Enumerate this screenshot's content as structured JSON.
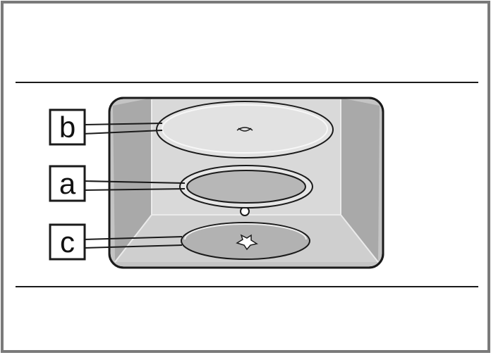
{
  "diagram": {
    "callouts": [
      {
        "id": "b",
        "label": "b",
        "part": "turntable-plate"
      },
      {
        "id": "a",
        "label": "a",
        "part": "roller-ring"
      },
      {
        "id": "c",
        "label": "c",
        "part": "drive-coupler"
      }
    ],
    "colors": {
      "frame": "#7a7a7a",
      "rule": "#1a1a1a",
      "cavity_outline": "#1a1a1a",
      "cavity_back": "#d9d9d9",
      "cavity_side": "#bdbdbd",
      "cavity_floor": "#c4c4c4",
      "plate_fill": "#dedede",
      "ring_fill": "#b7b7b7"
    }
  }
}
